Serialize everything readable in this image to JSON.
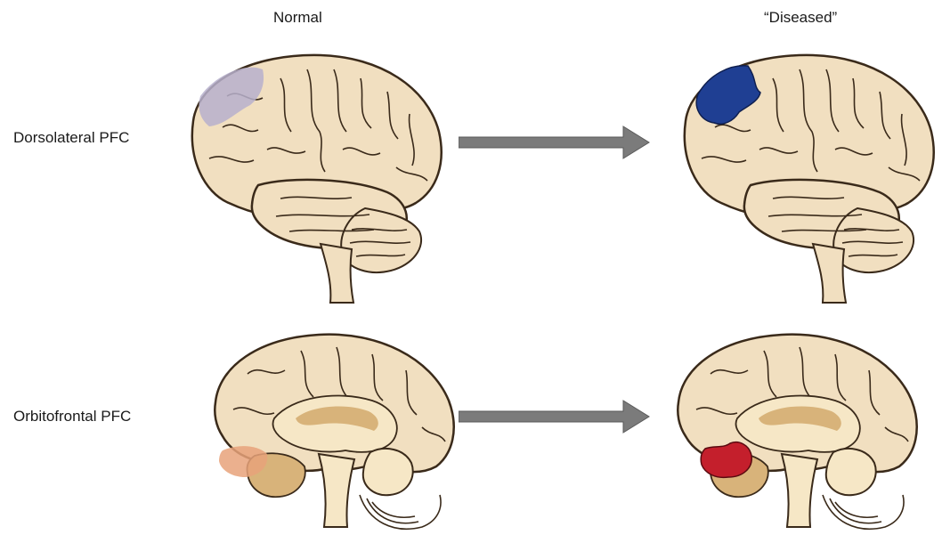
{
  "columns": {
    "normal": "Normal",
    "diseased": "“Diseased”"
  },
  "rows": {
    "dorsolateral": "Dorsolateral PFC",
    "orbitofrontal": "Orbitofrontal PFC"
  },
  "colors": {
    "cortex": "#f1dfc0",
    "cortex_edge": "#3a2a1a",
    "inner": "#f6e7c6",
    "deep": "#d8b37a",
    "highlight_normal_dlpfc": "#b7b0cc",
    "highlight_diseased_dlpfc": "#1f3f93",
    "highlight_normal_ofc": "#e8a27a",
    "highlight_diseased_ofc": "#c41f2c",
    "arrow": "#7b7b7b"
  }
}
